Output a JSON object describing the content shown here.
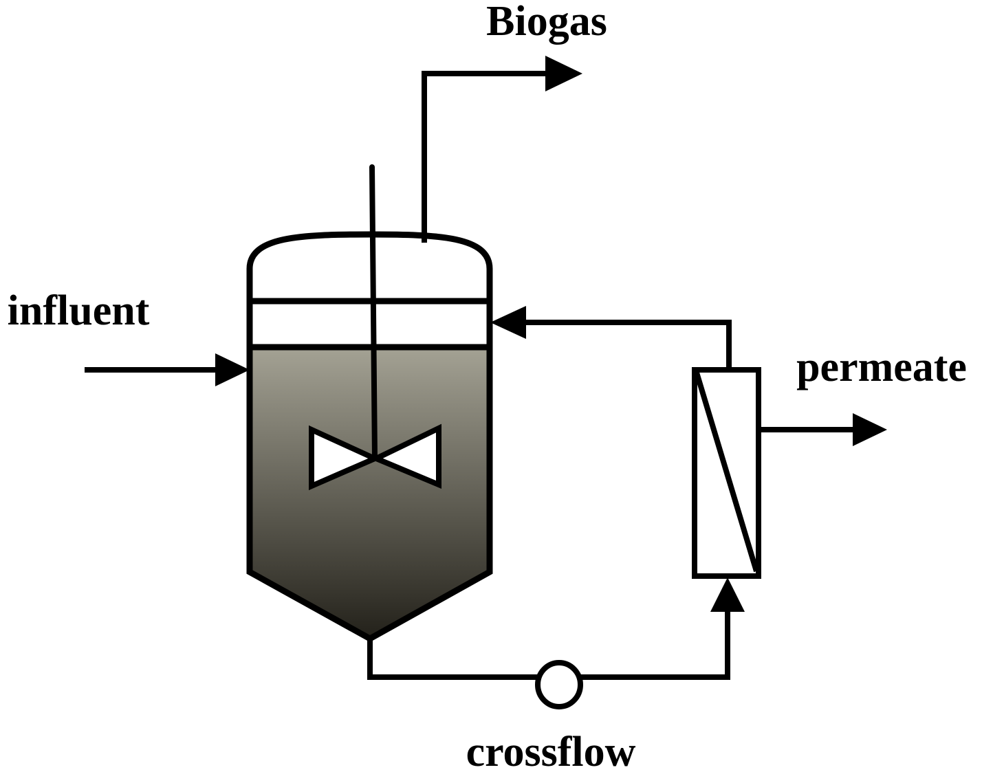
{
  "figure": {
    "background_color": "#ffffff",
    "line_color": "#000000",
    "labels": {
      "biogas": "Biogas",
      "influent": "influent",
      "permeate": "permeate",
      "crossflow": "crossflow"
    },
    "reactor": {
      "liquid_top_color": "#a4a294",
      "liquid_bottom_color": "#23211a",
      "headspace_color": "#ffffff"
    },
    "components": {
      "tank": "stirred-anaerobic-bioreactor",
      "stirrer": "impeller-stirrer",
      "membrane": "crossflow-membrane-module",
      "pump": "crossflow-pump"
    }
  }
}
